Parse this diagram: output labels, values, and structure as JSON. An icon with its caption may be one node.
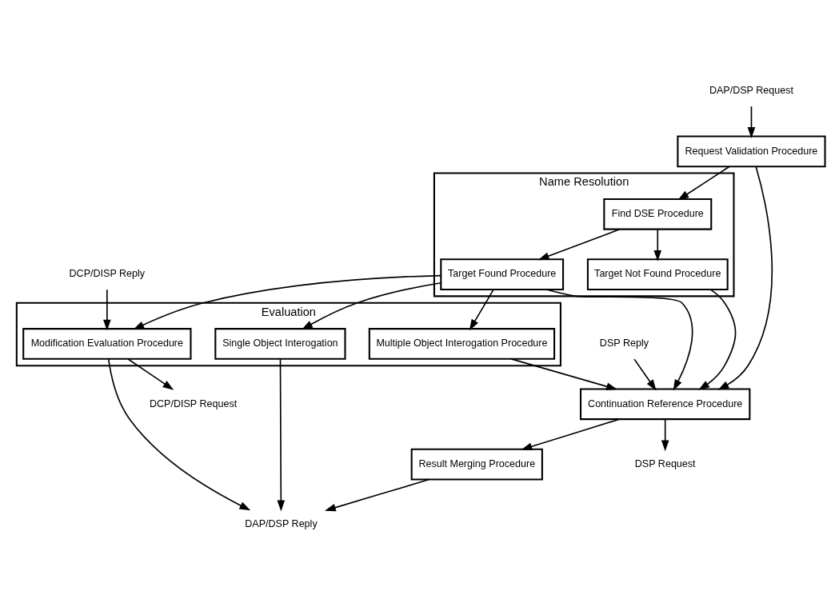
{
  "diagram": {
    "nodes": [
      {
        "text": [
          "DAP/DSP Request"
        ]
      },
      {
        "text": [
          "DSP Request"
        ]
      },
      {
        "text": [
          "DSP Reply"
        ]
      },
      {
        "text": [
          "DAP/DSP Reply"
        ]
      },
      {
        "text": [
          "Request Validation Procedure"
        ]
      },
      {
        "text": [
          "Name Resolution"
        ]
      },
      {
        "text": [
          "Find DSE Procedure"
        ],
        "in": 5
      },
      {
        "text": [
          "Target Not Found Procedure"
        ],
        "in": 5
      },
      {
        "text": [
          "Target Found Procedure"
        ],
        "in": 5
      },
      {
        "text": [
          "Continuation Reference Procedure"
        ]
      },
      {
        "text": [
          "Result Merging Procedure"
        ]
      },
      {
        "text": [
          "Evaluation"
        ]
      },
      {
        "text": [
          "Modification Evaluation Procedure"
        ],
        "in": 11
      },
      {
        "text": [
          "Single Object Interogation"
        ],
        "in": 11
      },
      {
        "text": [
          "Multiple Object Interogation Procedure"
        ],
        "in": 11
      },
      {
        "text": [
          "DCP/DISP Request"
        ]
      },
      {
        "text": [
          "DCP/DISP Reply"
        ]
      }
    ],
    "edges": [
      {
        "from": 0,
        "to": 4,
        "arrow": "to"
      },
      {
        "from": 4,
        "to": 9,
        "arrow": "to"
      },
      {
        "from": 4,
        "to": 6,
        "arrow": "to"
      },
      {
        "from": 6,
        "to": 7,
        "arrow": "to"
      },
      {
        "from": 6,
        "to": 8,
        "arrow": "to"
      },
      {
        "from": 7,
        "to": 9,
        "arrow": "to"
      },
      {
        "from": 8,
        "to": 9,
        "arrow": "to"
      },
      {
        "from": 9,
        "to": 1,
        "arrow": "to"
      },
      {
        "from": 2,
        "to": 9,
        "arrow": "to"
      },
      {
        "from": 9,
        "to": 10,
        "arrow": "to"
      },
      {
        "from": 10,
        "to": 3,
        "arrow": "to"
      },
      {
        "from": 8,
        "to": 12,
        "arrow": "to"
      },
      {
        "from": 8,
        "to": 13,
        "arrow": "to"
      },
      {
        "from": 8,
        "to": 14,
        "arrow": "to"
      },
      {
        "from": 14,
        "to": 9,
        "arrow": "to"
      },
      {
        "from": 12,
        "to": 3,
        "arrow": "to"
      },
      {
        "from": 13,
        "to": 3,
        "arrow": "to"
      },
      {
        "from": 12,
        "to": 15,
        "arrow": "to"
      },
      {
        "from": 16,
        "to": 12,
        "arrow": "to"
      }
    ]
  }
}
